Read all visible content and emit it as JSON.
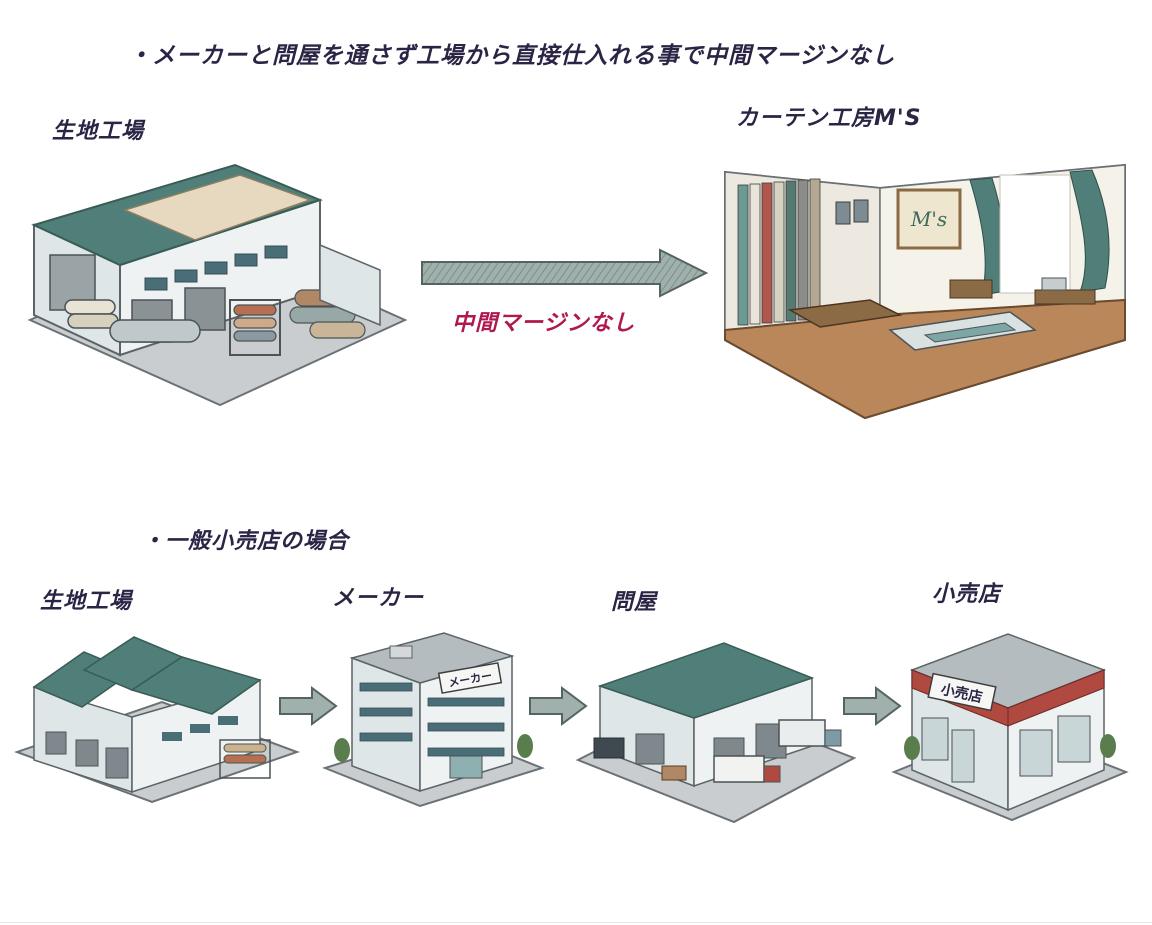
{
  "headline": "・メーカーと問屋を通さず工場から直接仕入れる事で中間マージンなし",
  "top_flow": {
    "source_label": "生地工場",
    "dest_label": "カーテン工房M'S",
    "arrow_caption": "中間マージンなし",
    "sign_text": "M's"
  },
  "section2_title": "・一般小売店の場合",
  "bottom_flow": [
    {
      "label": "生地工場"
    },
    {
      "label": "メーカー",
      "sign": "メーカー"
    },
    {
      "label": "問屋"
    },
    {
      "label": "小売店",
      "sign": "小売店"
    }
  ],
  "colors": {
    "roof": "#4f7f78",
    "wall": "#dfe6e8",
    "ground": "#c9cdcf",
    "arrow": "#8a9b98",
    "accent_caption": "#b0184f",
    "floor": "#b9875a"
  }
}
